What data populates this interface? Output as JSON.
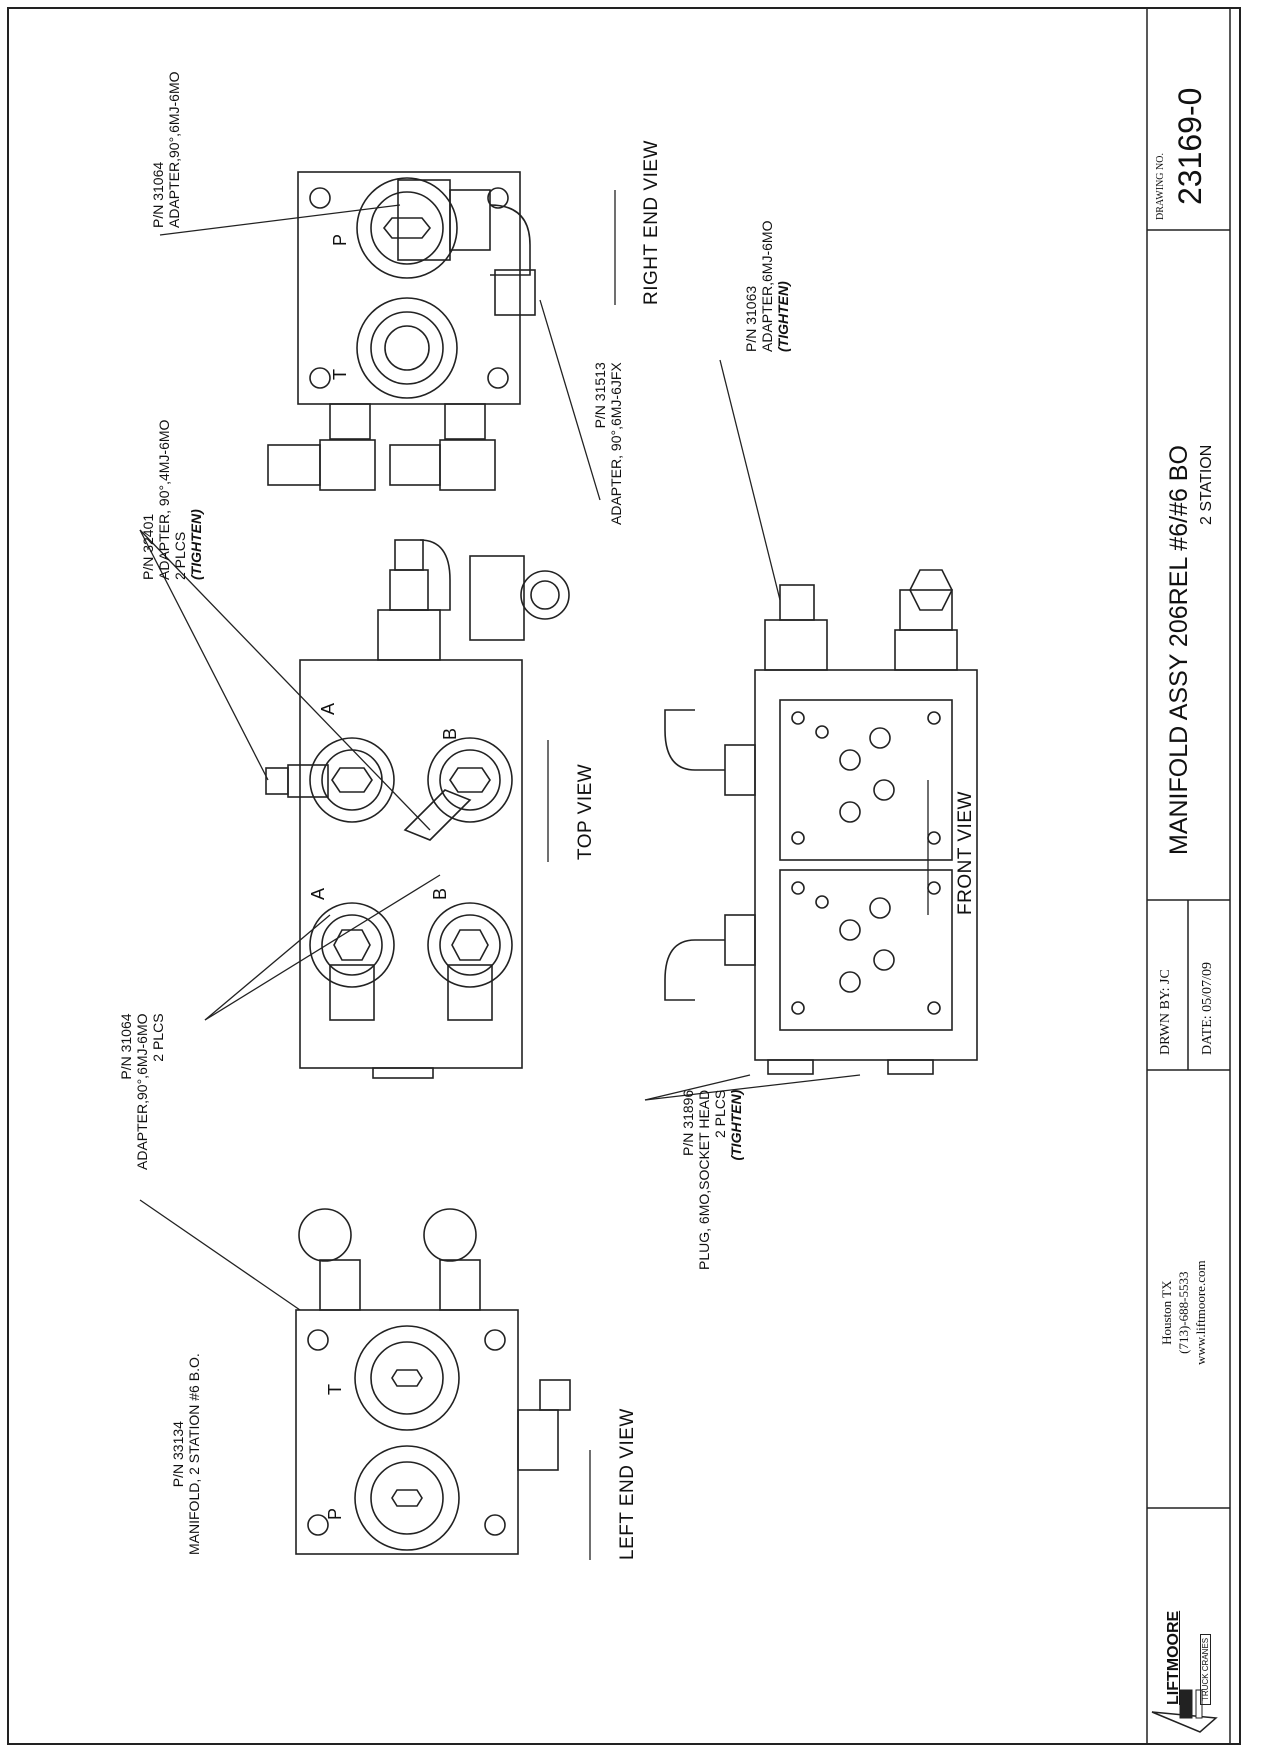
{
  "views": {
    "top": "TOP VIEW",
    "front": "FRONT VIEW",
    "left_end": "LEFT END VIEW",
    "right_end": "RIGHT END VIEW"
  },
  "port_letters": {
    "a": "A",
    "b": "B",
    "p": "P",
    "t": "T"
  },
  "callouts": {
    "manifold": [
      "P/N 33134",
      "MANIFOLD, 2 STATION #6 B.O."
    ],
    "adapter_31064_top": [
      "P/N 31064",
      "ADAPTER,90°,6MJ-6MO",
      "2 PLCS"
    ],
    "adapter_32401": [
      "P/N 32401",
      "ADAPTER, 90°,4MJ-6MO",
      "2 PLCS",
      "(TIGHTEN)"
    ],
    "adapter_31064_right": [
      "P/N 31064",
      "ADAPTER,90°,6MJ-6MO"
    ],
    "adapter_31513": [
      "P/N 31513",
      "ADAPTER, 90°,6MJ-6JFX"
    ],
    "adapter_31063": [
      "P/N 31063",
      "ADAPTER,6MJ-6MO",
      "(TIGHTEN)"
    ],
    "plug_31896": [
      "P/N 31896",
      "PLUG, 6MO,SOCKET HEAD",
      "2 PLCS",
      "(TIGHTEN)"
    ]
  },
  "title_block": {
    "company": "LIFTMOORE",
    "company_sub": "TRUCK CRANES",
    "city": "Houston TX",
    "phone": "(713)-688-5533",
    "web": "www.liftmoore.com",
    "drawn_by_label": "DRWN BY:",
    "drawn_by": "JC",
    "date_label": "DATE:",
    "date": "05/07/09",
    "title": "MANIFOLD ASSY 206REL #6/#6 BO",
    "subtitle": "2 STATION",
    "drawing_no_label": "DRAWING NO.",
    "drawing_no": "23169-0"
  }
}
